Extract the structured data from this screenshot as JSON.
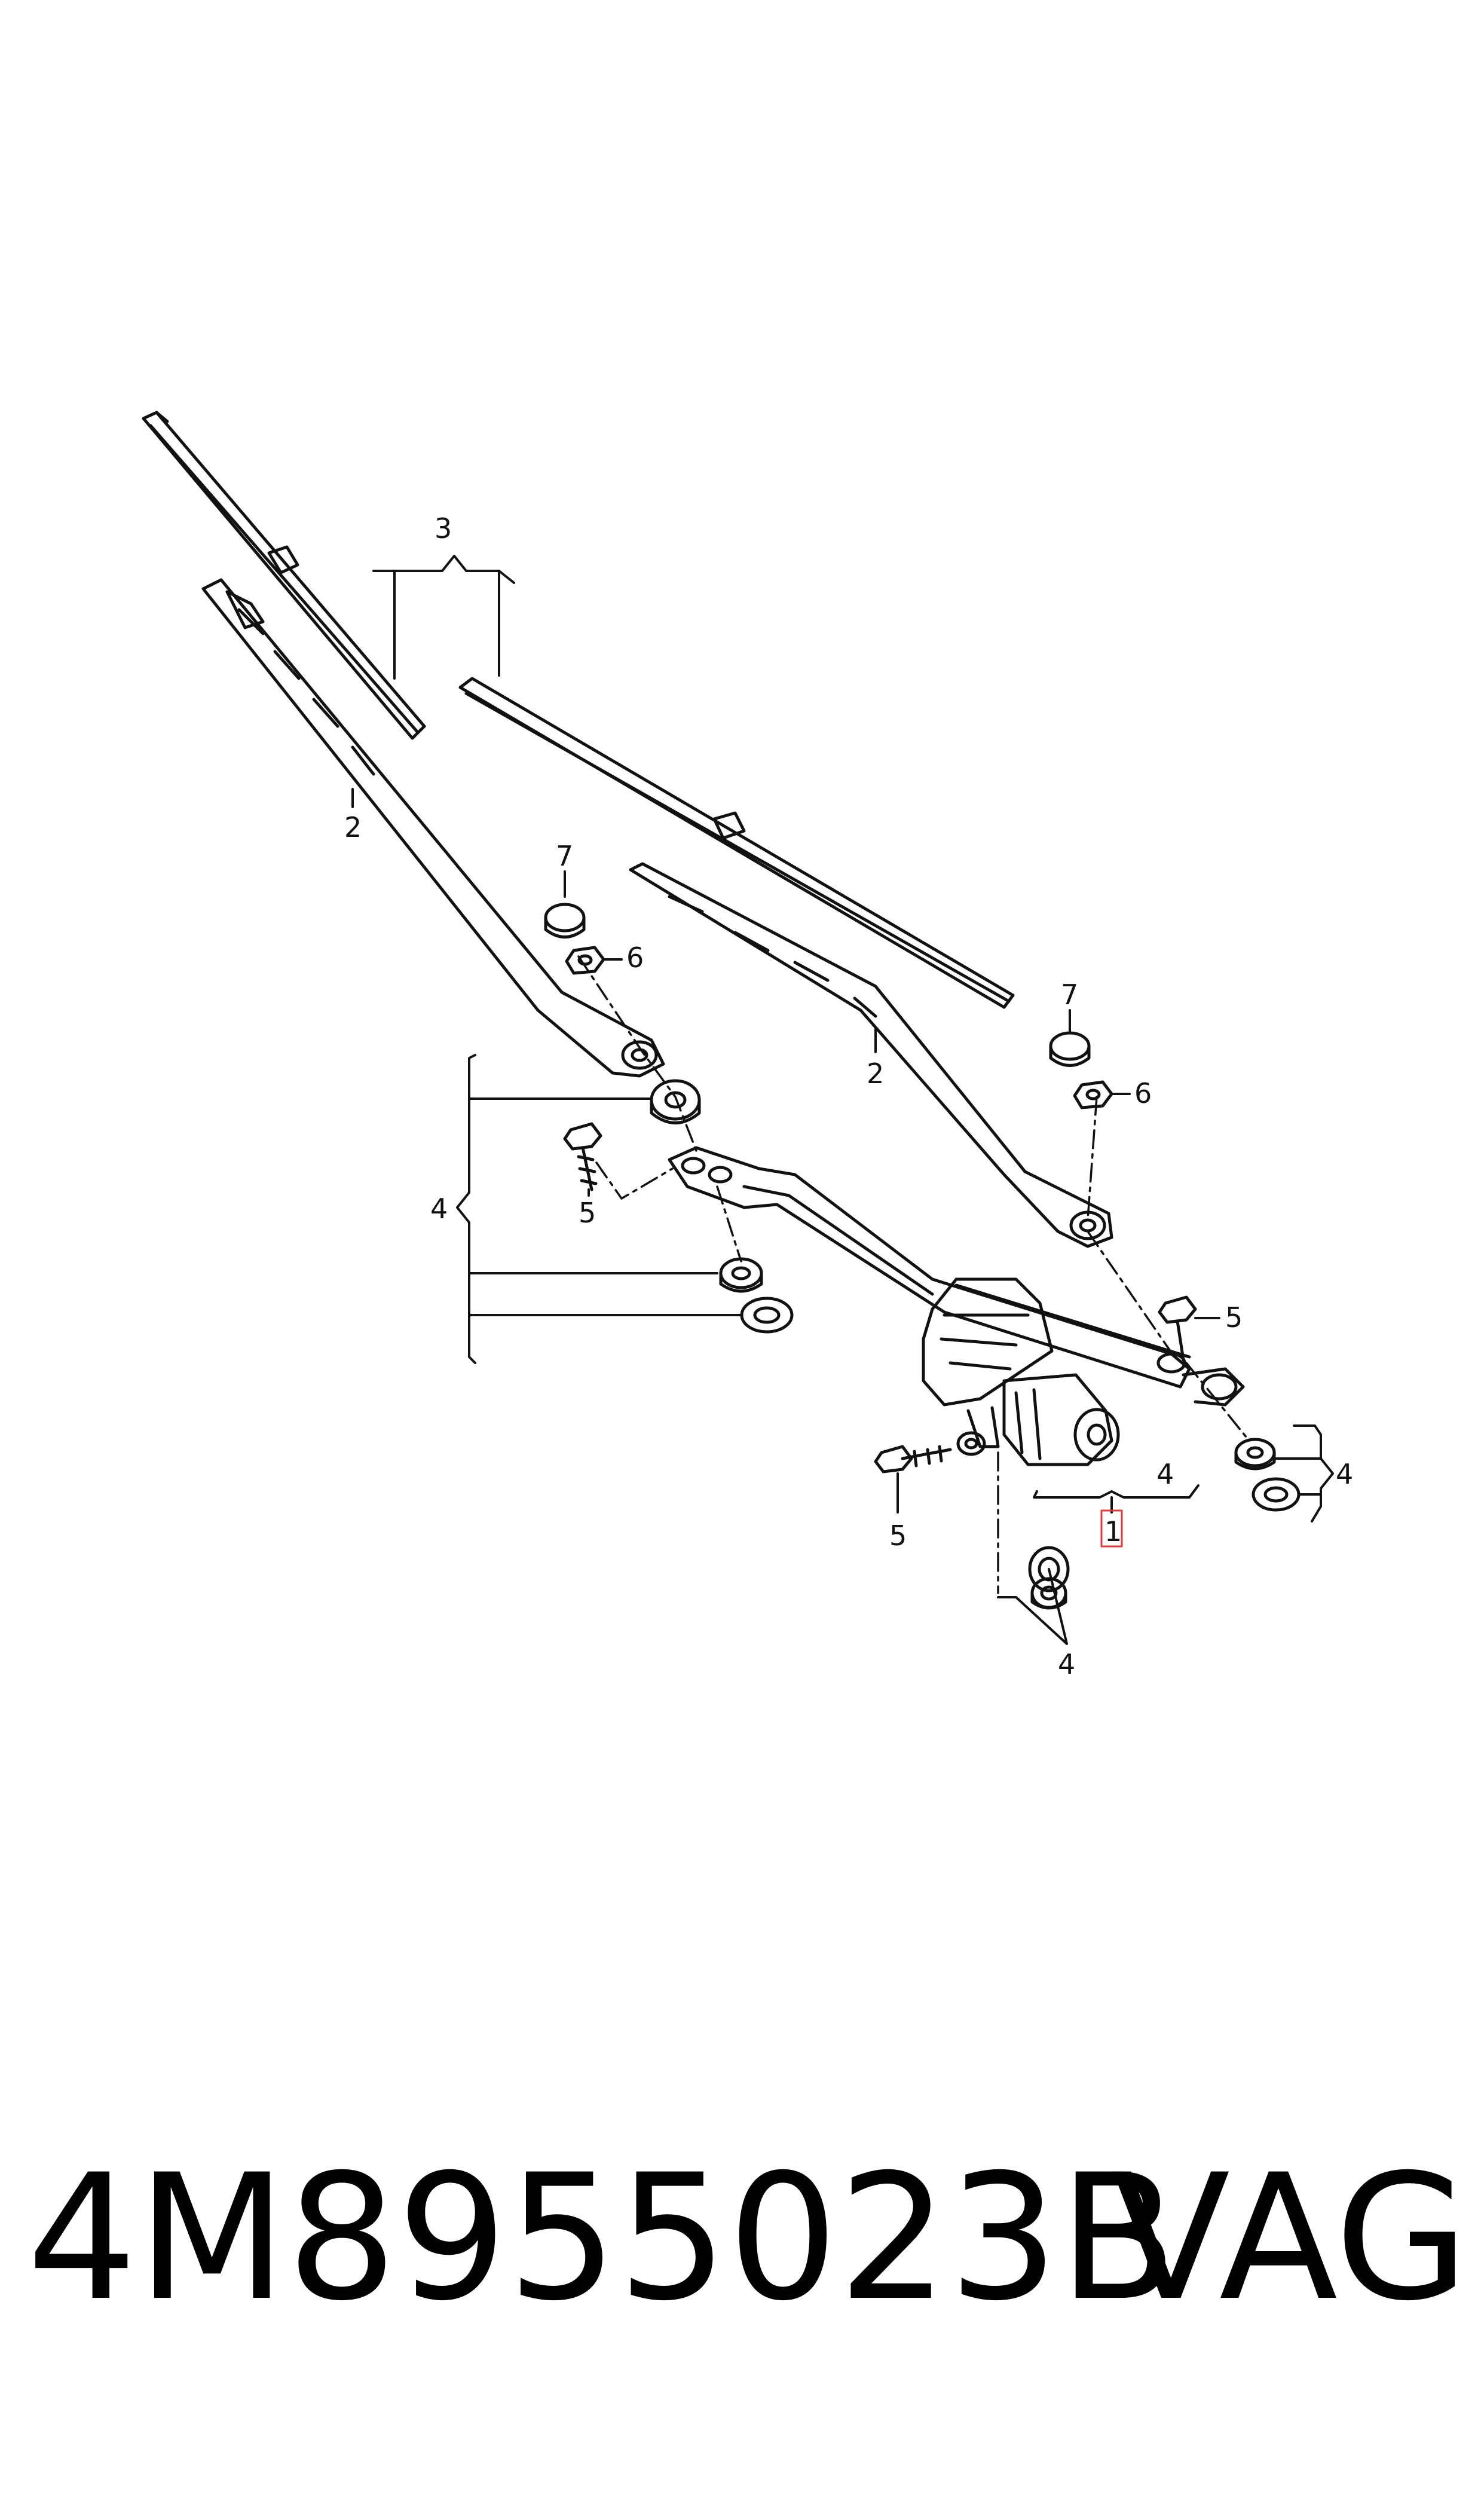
{
  "diagram": {
    "labels": {
      "wiper_blade": "3",
      "wiper_arm_left": "2",
      "wiper_arm_right": "2",
      "cap_left": "7",
      "cap_right": "7",
      "nut_left": "6",
      "nut_right": "6",
      "bushing_left": "4",
      "screw_left": "5",
      "screw_right": "5",
      "screw_bottom": "5",
      "bushing_right": "4",
      "bushing_motor": "4",
      "bushing_bottom": "4",
      "wiper_motor": "1"
    },
    "highlight_color": "#e53935",
    "line_color": "#111111"
  },
  "footer": {
    "part_number": "4M8955023B",
    "brand": "VAG"
  }
}
